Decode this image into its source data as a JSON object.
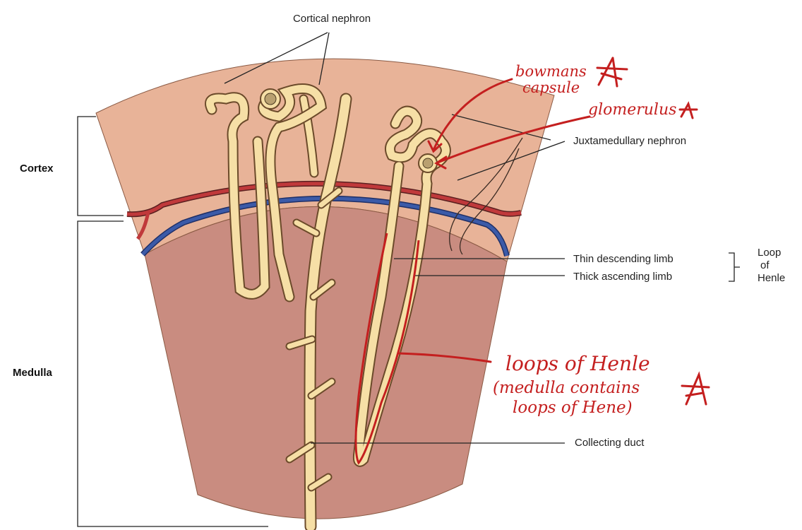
{
  "diagram": {
    "labels": {
      "cortical_nephron": "Cortical nephron",
      "juxtamedullary_nephron": "Juxtamedullary nephron",
      "cortex": "Cortex",
      "medulla": "Medulla",
      "thin_descending_limb": "Thin descending limb",
      "thick_ascending_limb": "Thick ascending limb",
      "loop_of_henle": [
        "Loop",
        "of",
        "Henle"
      ],
      "collecting_duct": "Collecting duct"
    },
    "annotations": {
      "bowmans_capsule": [
        "bowmans",
        "capsule"
      ],
      "glomerulus": "glomerulus",
      "loops_of_henle": [
        "loops of Henle",
        "(medulla contains",
        "loops of Hene)"
      ]
    },
    "colors": {
      "cortex": "#e8b398",
      "medulla": "#c98c80",
      "tubule": "#f6dfa6",
      "tubule_outline": "#6b4a2a",
      "artery": "#c0393b",
      "vein": "#3b5aa8",
      "annotation": "#c41f1f"
    }
  }
}
